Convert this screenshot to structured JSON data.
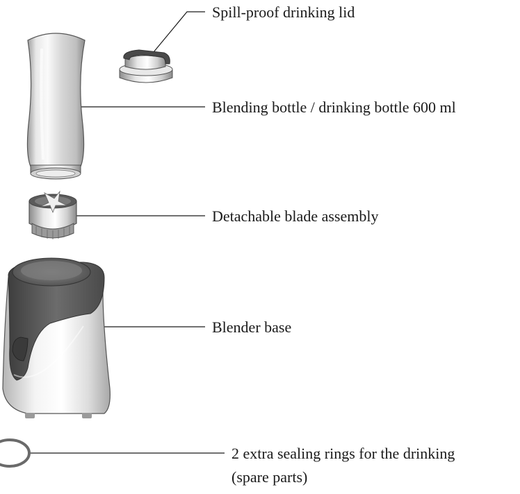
{
  "labels": {
    "lid": "Spill-proof drinking lid",
    "bottle": "Blending bottle / drinking bottle 600 ml",
    "blade": "Detachable blade assembly",
    "base": "Blender base",
    "rings_line1": "2 extra sealing rings for the drinking",
    "rings_line2": "(spare parts)"
  },
  "colors": {
    "leader_line": "#1a1a1a",
    "silver_light": "#f2f2f2",
    "silver_mid": "#bdbdbd",
    "silver_dark": "#7a7a7a",
    "grip_dark": "#5a5a5a",
    "outline": "#555555"
  }
}
